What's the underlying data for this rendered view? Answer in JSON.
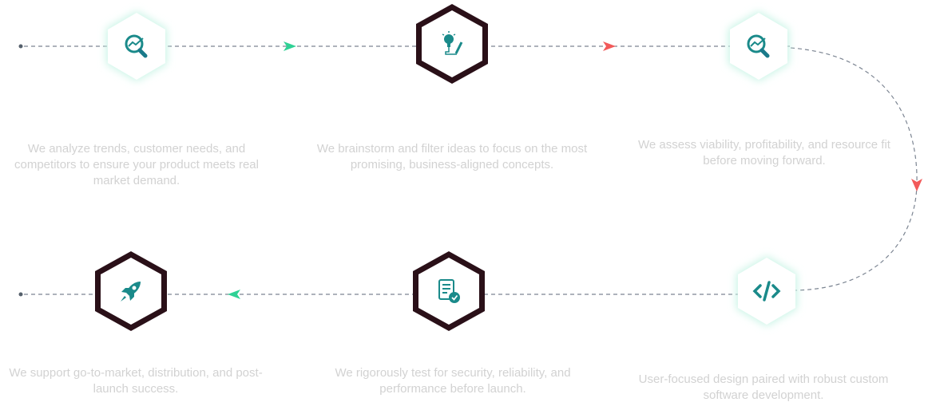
{
  "colors": {
    "teal": "#1a8a8a",
    "dark": "#2a1018",
    "green_arrow": "#2fd195",
    "red_arrow": "#f25a5a",
    "line": "#7c8592"
  },
  "steps": [
    {
      "icon": "magnifier-chart-icon",
      "style": "light",
      "description": "We analyze trends, customer needs, and competitors to ensure your product meets real market demand."
    },
    {
      "icon": "lightbulb-pencil-icon",
      "style": "dark",
      "description": "We brainstorm and filter ideas to focus on the most promising, business-aligned concepts."
    },
    {
      "icon": "magnifier-chart-icon",
      "style": "light",
      "description": "We assess viability, profitability, and resource fit before moving forward."
    },
    {
      "icon": "code-icon",
      "style": "light",
      "description": "User-focused design paired with robust custom software development."
    },
    {
      "icon": "checklist-document-icon",
      "style": "dark",
      "description": "We rigorously test for security, reliability, and performance before launch."
    },
    {
      "icon": "rocket-icon",
      "style": "dark",
      "description": "We support go-to-market, distribution, and post-launch success."
    }
  ]
}
